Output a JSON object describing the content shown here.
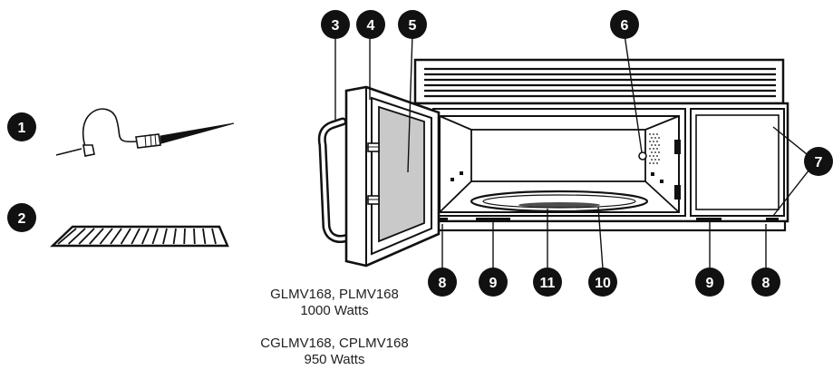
{
  "callouts": [
    "1",
    "2",
    "3",
    "4",
    "5",
    "6",
    "7",
    "8",
    "9",
    "11",
    "10",
    "9",
    "8"
  ],
  "models": [
    {
      "names": "GLMV168, PLMV168",
      "watts": "1000 Watts"
    },
    {
      "names": "CGLMV168, CPLMV168",
      "watts": "950 Watts"
    }
  ],
  "colors": {
    "ink": "#111111",
    "glass": "#c9c9c9",
    "panel": "#ffffff"
  }
}
